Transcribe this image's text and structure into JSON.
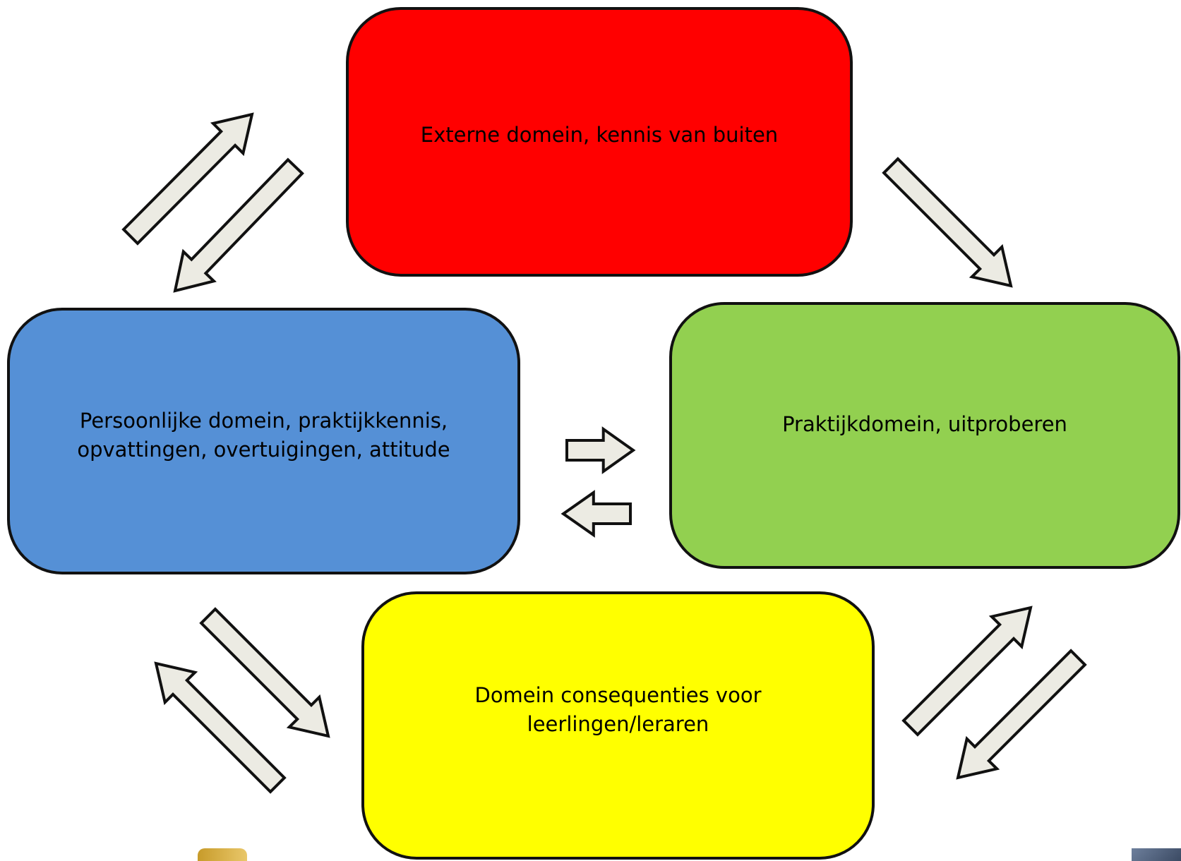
{
  "boxes": {
    "external": {
      "label": "Externe domein, kennis van buiten",
      "color": "#ff0000"
    },
    "personal": {
      "label": "Persoonlijke domein, praktijkkennis,\nopvattingen, overtuigingen, attitude",
      "color": "#5590d6"
    },
    "practice": {
      "label": "Praktijkdomein, uitproberen",
      "color": "#92d050"
    },
    "consequences": {
      "label": "Domein consequenties voor\nleerlingen/leraren",
      "color": "#ffff00"
    }
  },
  "arrows": [
    {
      "name": "arrow-personal-to-external",
      "from": "personal",
      "to": "external"
    },
    {
      "name": "arrow-external-to-personal",
      "from": "external",
      "to": "personal"
    },
    {
      "name": "arrow-external-to-practice",
      "from": "external",
      "to": "practice"
    },
    {
      "name": "arrow-personal-to-practice",
      "from": "personal",
      "to": "practice"
    },
    {
      "name": "arrow-practice-to-personal",
      "from": "practice",
      "to": "personal"
    },
    {
      "name": "arrow-personal-to-consequences",
      "from": "personal",
      "to": "consequences"
    },
    {
      "name": "arrow-consequences-to-personal",
      "from": "consequences",
      "to": "personal"
    },
    {
      "name": "arrow-consequences-to-practice",
      "from": "consequences",
      "to": "practice"
    },
    {
      "name": "arrow-practice-to-consequences",
      "from": "practice",
      "to": "consequences"
    }
  ],
  "colors": {
    "arrow_fill": "#ecebe3",
    "outline": "#111111",
    "background": "#ffffff"
  },
  "icons": {
    "logo_left": "partial-logo",
    "logo_right": "partial-logo"
  }
}
